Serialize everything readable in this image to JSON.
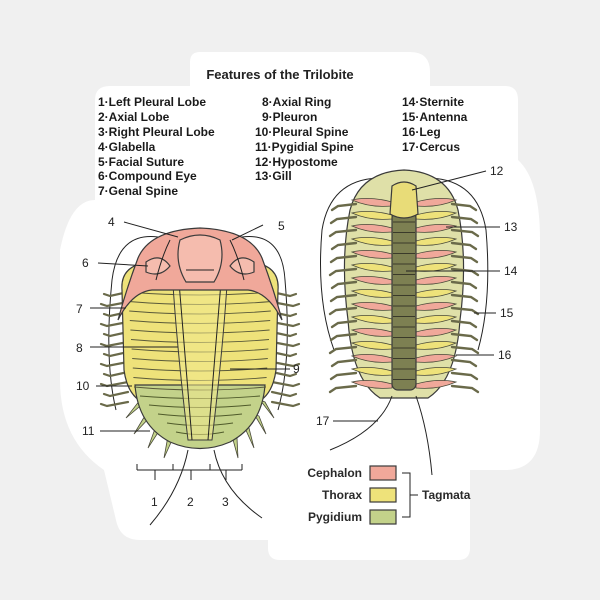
{
  "title": "Features of the Trilobite",
  "features": [
    "1·Left Pleural Lobe",
    "2·Axial Lobe",
    "3·Right Pleural Lobe",
    "4·Glabella",
    "5·Facial Suture",
    "6·Compound Eye",
    "7·Genal Spine",
    "8·Axial Ring",
    "9·Pleuron",
    "10·Pleural Spine",
    "11·Pygidial Spine",
    "12·Hypostome",
    "13·Gill",
    "14·Sternite",
    "15·Antenna",
    "16·Leg",
    "17·Cercus"
  ],
  "dorsal_callouts": [
    "4",
    "5",
    "6",
    "7",
    "8",
    "9",
    "10",
    "11",
    "1",
    "2",
    "3"
  ],
  "ventral_callouts": [
    "12",
    "13",
    "14",
    "15",
    "16",
    "17"
  ],
  "legend": {
    "items": [
      {
        "label": "Cephalon",
        "color": "#f0a89a"
      },
      {
        "label": "Thorax",
        "color": "#eee27a"
      },
      {
        "label": "Pygidium",
        "color": "#c3d28a"
      }
    ],
    "group_label": "Tagmata"
  },
  "colors": {
    "background": "#f0f0f0",
    "sticker": "#ffffff",
    "cephalon": "#f0a89a",
    "thorax": "#eee27a",
    "pygidium": "#c3d28a",
    "appendage": "#c9c98a",
    "sternite": "#7d8052"
  }
}
